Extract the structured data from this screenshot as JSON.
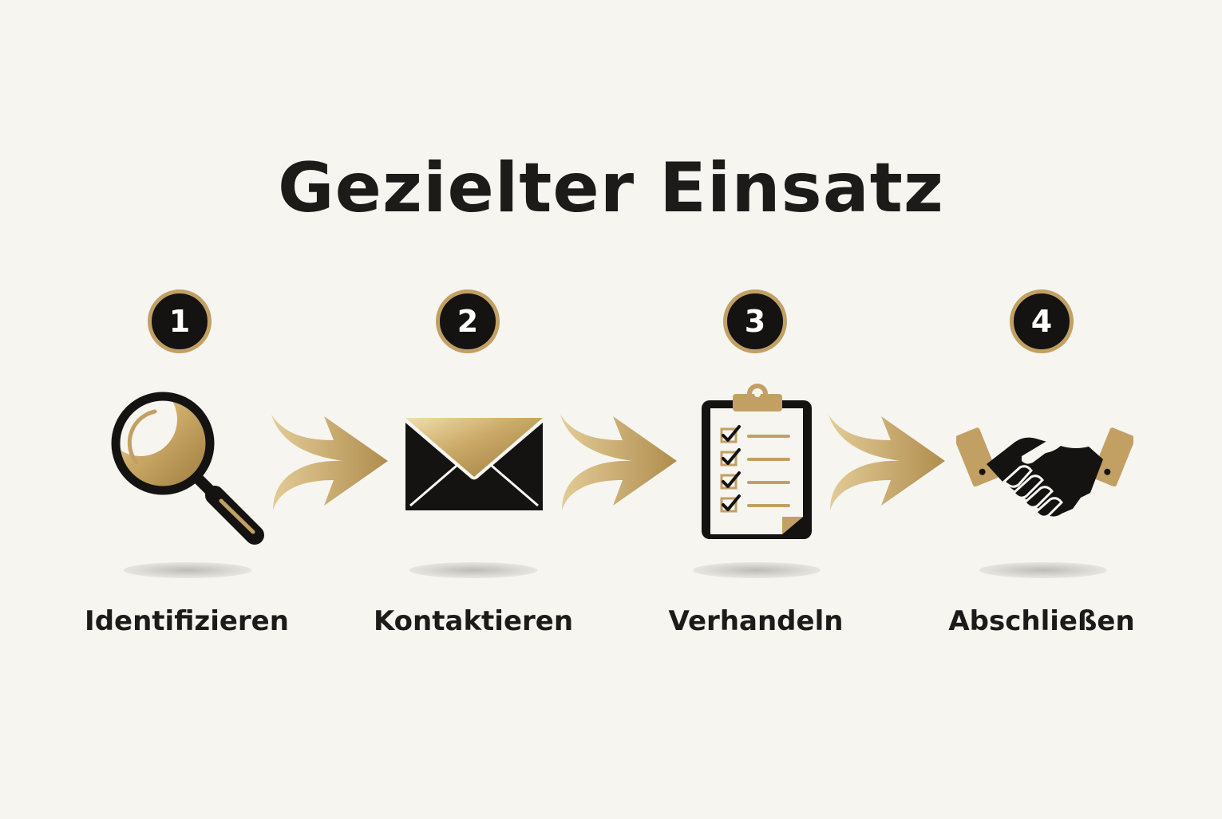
{
  "title": "Gezielter Einsatz",
  "colors": {
    "background": "#f6f5f0",
    "gold": "#c2a064",
    "black": "#141312"
  },
  "steps": [
    {
      "number": "1",
      "label": "Identifizieren",
      "icon": "magnifying-glass-icon"
    },
    {
      "number": "2",
      "label": "Kontaktieren",
      "icon": "envelope-icon"
    },
    {
      "number": "3",
      "label": "Verhandeln",
      "icon": "clipboard-checklist-icon"
    },
    {
      "number": "4",
      "label": "Abschließen",
      "icon": "handshake-icon"
    }
  ],
  "connectors": [
    "arrow-right-icon",
    "arrow-right-icon",
    "arrow-right-icon"
  ]
}
